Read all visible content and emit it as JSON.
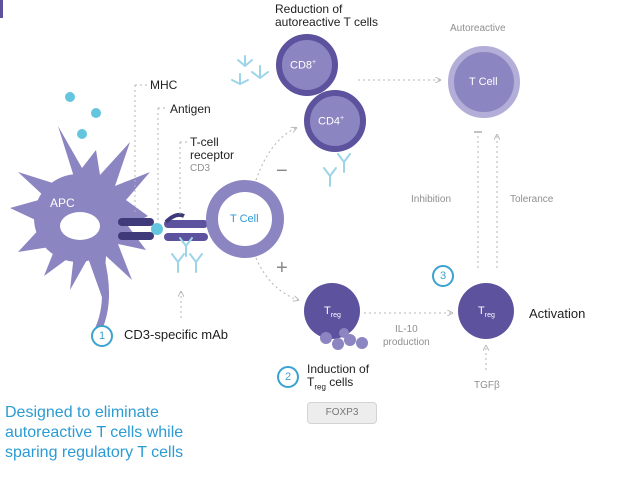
{
  "labels": {
    "reduction": [
      "Reduction of",
      "autoreactive T cells"
    ],
    "mhc": "MHC",
    "antigen": "Antigen",
    "tcr": [
      "T-cell",
      "receptor"
    ],
    "cd3": "CD3",
    "apc": "APC",
    "tcell": "T Cell",
    "autoreactive": "Autoreactive",
    "autoreactive_tcell": "T Cell",
    "cd8": "CD8",
    "cd4": "CD4",
    "plus_sup": "+",
    "minus": "−",
    "plus": "+",
    "inhibition": "Inhibition",
    "tolerance": "Tolerance",
    "treg_main": "T",
    "treg_sub": "reg",
    "il10": [
      "IL-10",
      "production"
    ],
    "activation": "Activation",
    "tgfb": "TGFβ",
    "mab": "CD3-specific mAb",
    "induction": [
      "Induction of",
      "T",
      "reg",
      " cells"
    ],
    "foxp3": "FOXP3"
  },
  "steps": [
    "1",
    "2",
    "3"
  ],
  "tagline": [
    "Designed to eliminate",
    "autoreactive T cells while",
    "sparing regulatory T cells"
  ],
  "colors": {
    "apc": "#8b85c1",
    "tcell_ring": "#8b85c1",
    "cd_ring": "#5c529d",
    "treg": "#5c529d",
    "accent": "#2b9bd4",
    "dots": "#64c5de"
  }
}
